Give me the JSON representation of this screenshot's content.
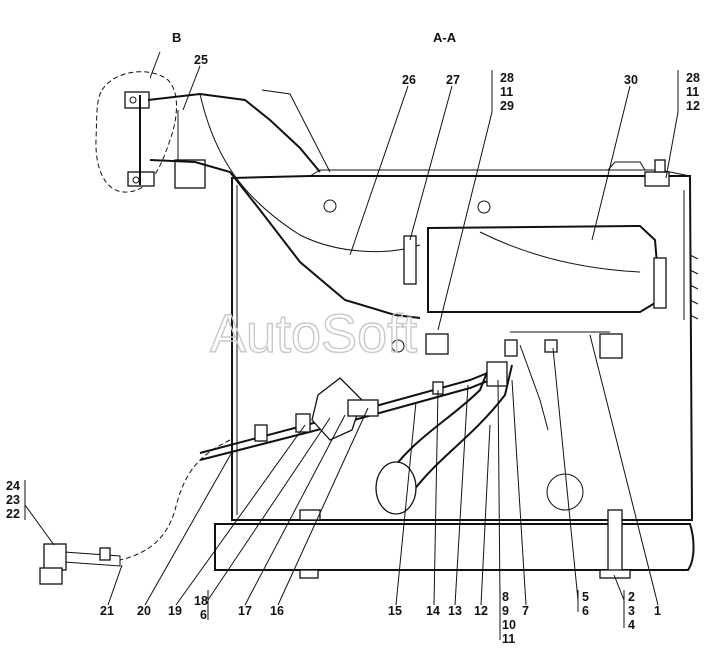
{
  "view": {
    "section_label": "A-A",
    "detail_label": "B"
  },
  "watermark": "AutoSoft",
  "callouts": {
    "c1": "1",
    "c2": "2",
    "c3": "3",
    "c4": "4",
    "c5": "5",
    "c6": "6",
    "c7": "7",
    "c8": "8",
    "c9": "9",
    "c10": "10",
    "c11": "11",
    "c12": "12",
    "c13": "13",
    "c14": "14",
    "c15": "15",
    "c16": "16",
    "c17": "17",
    "c18": "18",
    "c19": "19",
    "c20": "20",
    "c21": "21",
    "c22": "22",
    "c23": "23",
    "c24": "24",
    "c25": "25",
    "c26": "26",
    "c27": "27",
    "c28": "28",
    "c29": "29",
    "c30": "30"
  }
}
